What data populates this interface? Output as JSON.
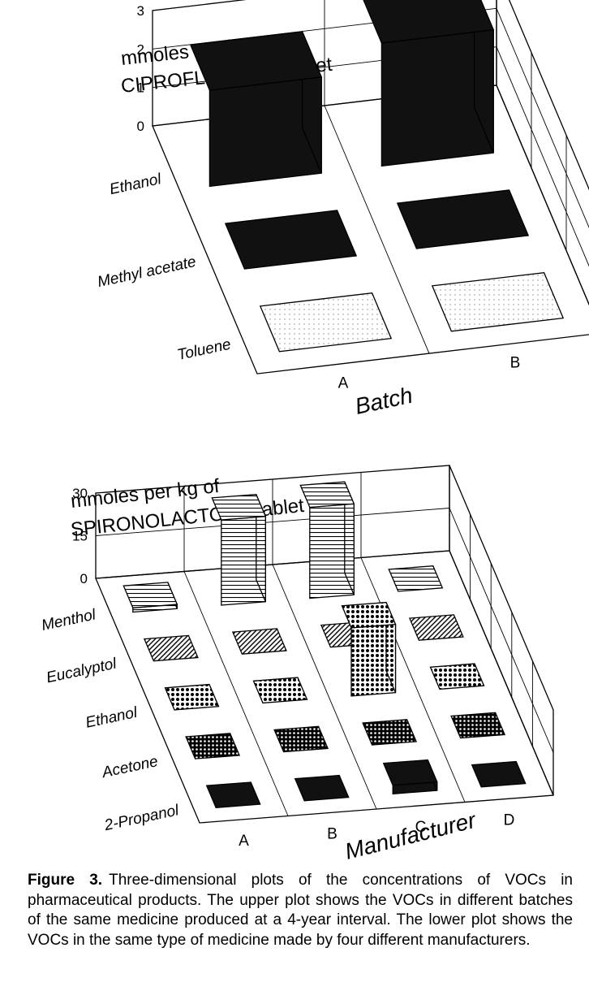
{
  "chart_data": [
    {
      "type": "bar",
      "title": "mmoles per kg of CIPROFLOXACIN tablet",
      "title_lines": [
        "mmoles per kg of",
        "CIPROFLOXACIN tablet"
      ],
      "xlabel": "Batch",
      "categories": [
        "A",
        "B"
      ],
      "z_categories": [
        "Ethanol",
        "Methyl acetate",
        "Toluene"
      ],
      "ylim": [
        0,
        3
      ],
      "yticks": [
        "0",
        "1",
        "2",
        "3"
      ],
      "series": [
        {
          "name": "Ethanol",
          "values": [
            2.5,
            3.2
          ]
        },
        {
          "name": "Methyl acetate",
          "values": [
            0.05,
            0.05
          ]
        },
        {
          "name": "Toluene",
          "values": [
            0.02,
            0.02
          ]
        }
      ]
    },
    {
      "type": "bar",
      "title": "mmoles per kg of SPIRONOLACTONE tablet",
      "title_lines": [
        "mmoles per kg of",
        "SPIRONOLACTONE tablet"
      ],
      "xlabel": "Manufacturer",
      "categories": [
        "A",
        "B",
        "C",
        "D"
      ],
      "z_categories": [
        "Menthol",
        "Eucalyptol",
        "Ethanol",
        "Acetone",
        "2-Propanol"
      ],
      "ylim": [
        0,
        30
      ],
      "yticks": [
        "0",
        "15",
        "30"
      ],
      "series": [
        {
          "name": "Menthol",
          "values": [
            1.5,
            30,
            32,
            0.1
          ]
        },
        {
          "name": "Eucalyptol",
          "values": [
            0.1,
            0.1,
            0.1,
            0.1
          ]
        },
        {
          "name": "Ethanol",
          "values": [
            0.1,
            0.1,
            24,
            0.1
          ]
        },
        {
          "name": "Acetone",
          "values": [
            0.1,
            0.1,
            0.1,
            0.1
          ]
        },
        {
          "name": "2-Propanol",
          "values": [
            0.1,
            0.1,
            3,
            0.5
          ]
        }
      ]
    }
  ],
  "caption": {
    "label": "Figure 3.",
    "text": "Three-dimensional plots of the concentrations of VOCs in pharmaceutical products. The upper plot shows the VOCs in different batches of the same medicine produced at a 4-year interval. The lower plot shows the VOCs in the same type of medicine made by four different manufacturers."
  }
}
